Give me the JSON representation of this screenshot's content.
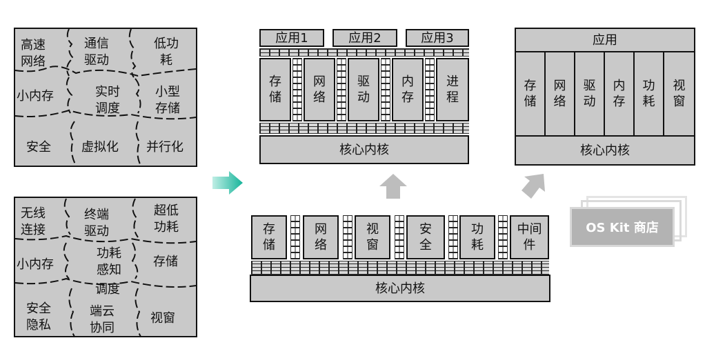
{
  "left_top": {
    "regions": [
      "高速网络",
      "通信驱动",
      "低功耗",
      "小内存",
      "实时调度",
      "小型存储",
      "安全",
      "虚拟化",
      "并行化"
    ]
  },
  "left_bottom": {
    "regions": [
      "无线连接",
      "终端驱动",
      "超低功耗",
      "小内存",
      "功耗感知",
      "存储",
      "调度",
      "安全隐私",
      "端云协同",
      "视窗"
    ]
  },
  "microkernel": {
    "apps": [
      "应用1",
      "应用2",
      "应用3"
    ],
    "services": [
      "存储",
      "网络",
      "驱动",
      "内存",
      "进程"
    ],
    "kernel": "核心内核"
  },
  "modular": {
    "app": "应用",
    "services": [
      "存储",
      "网络",
      "驱动",
      "内存",
      "功耗",
      "视窗"
    ],
    "kernel": "核心内核"
  },
  "bottom_stack": {
    "services": [
      "存储",
      "网络",
      "视窗",
      "安全",
      "功耗",
      "中间件"
    ],
    "kernel": "核心内核"
  },
  "store_label": "OS Kit 商店",
  "colors": {
    "box_fill": "#c9c9c9",
    "arrow_teal": "#1fb8a0",
    "arrow_gray": "#bdbdbd",
    "store_fill": "#b8b8b8"
  }
}
